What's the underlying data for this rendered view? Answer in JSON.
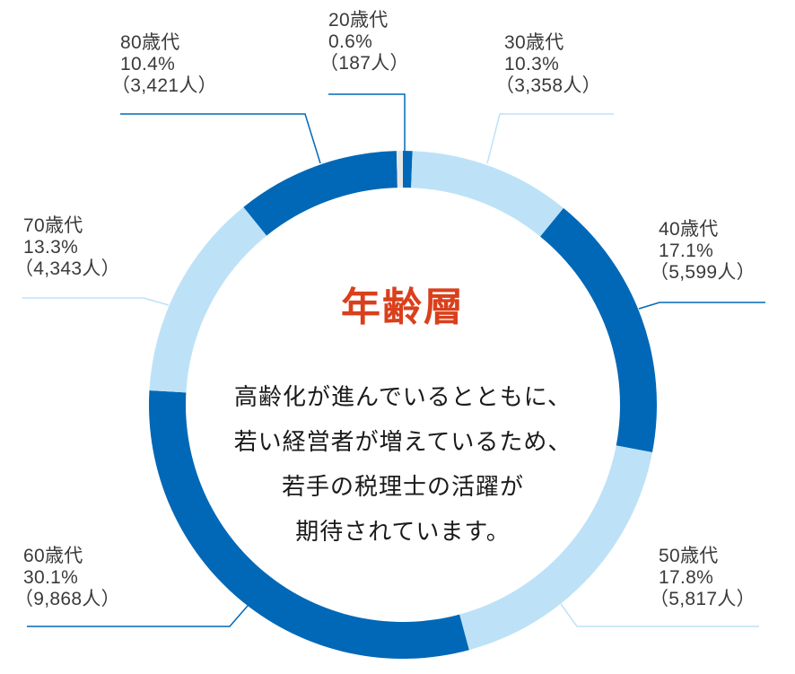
{
  "chart_data": {
    "type": "pie",
    "variant": "donut",
    "title": "年齢層",
    "center_text": [
      "高齢化が進んでいるとともに、",
      "若い経営者が増えているため、",
      "若手の税理士の活躍が",
      "期待されています。"
    ],
    "start": "top, clockwise",
    "segments": [
      {
        "name": "20歳代",
        "percent": 0.6,
        "count": 187,
        "percent_label": "0.6%",
        "count_label": "（187人）",
        "color": "#0068b7"
      },
      {
        "name": "30歳代",
        "percent": 10.3,
        "count": 3358,
        "percent_label": "10.3%",
        "count_label": "（3,358人）",
        "color": "#bde2f7"
      },
      {
        "name": "40歳代",
        "percent": 17.1,
        "count": 5599,
        "percent_label": "17.1%",
        "count_label": "（5,599人）",
        "color": "#0068b7"
      },
      {
        "name": "50歳代",
        "percent": 17.8,
        "count": 5817,
        "percent_label": "17.8%",
        "count_label": "（5,817人）",
        "color": "#bde2f7"
      },
      {
        "name": "60歳代",
        "percent": 30.1,
        "count": 9868,
        "percent_label": "30.1%",
        "count_label": "（9,868人）",
        "color": "#0068b7"
      },
      {
        "name": "70歳代",
        "percent": 13.3,
        "count": 4343,
        "percent_label": "13.3%",
        "count_label": "（4,343人）",
        "color": "#bde2f7"
      },
      {
        "name": "80歳代",
        "percent": 10.4,
        "count": 3421,
        "percent_label": "10.4%",
        "count_label": "（3,421人）",
        "color": "#0068b7"
      },
      {
        "name": "unlabeled-remainder",
        "percent": 0.4,
        "color": "#e8e8e8"
      }
    ],
    "colors": {
      "dark_blue": "#0068b7",
      "light_blue": "#bde2f7",
      "gap_gray": "#e8e8e8",
      "title_red": "#d9401c"
    }
  },
  "labels": {
    "s20": {
      "name": "20歳代",
      "pct": "0.6%",
      "cnt": "（187人）"
    },
    "s30": {
      "name": "30歳代",
      "pct": "10.3%",
      "cnt": "（3,358人）"
    },
    "s40": {
      "name": "40歳代",
      "pct": "17.1%",
      "cnt": "（5,599人）"
    },
    "s50": {
      "name": "50歳代",
      "pct": "17.8%",
      "cnt": "（5,817人）"
    },
    "s60": {
      "name": "60歳代",
      "pct": "30.1%",
      "cnt": "（9,868人）"
    },
    "s70": {
      "name": "70歳代",
      "pct": "13.3%",
      "cnt": "（4,343人）"
    },
    "s80": {
      "name": "80歳代",
      "pct": "10.4%",
      "cnt": "（3,421人）"
    }
  },
  "center": {
    "title": "年齢層",
    "lines": [
      "高齢化が進んでいるとともに、",
      "若い経営者が増えているため、",
      "若手の税理士の活躍が",
      "期待されています。"
    ]
  }
}
